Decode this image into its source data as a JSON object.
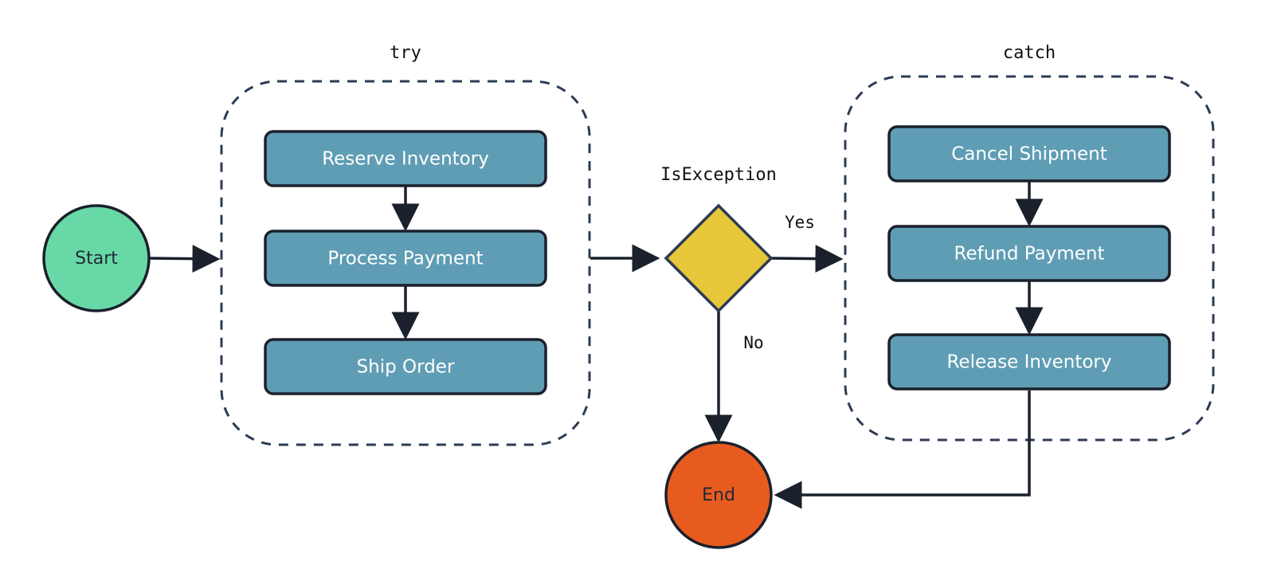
{
  "colors": {
    "process_fill": "#5f9db4",
    "start_fill": "#68d9a6",
    "end_fill": "#e85b1e",
    "decision_fill": "#e6c73a",
    "stroke": "#1a202c",
    "group_stroke": "#2d3b55"
  },
  "groups": {
    "try": {
      "label": "try"
    },
    "catch": {
      "label": "catch"
    }
  },
  "nodes": {
    "start": {
      "label": "Start"
    },
    "reserve_inventory": {
      "label": "Reserve Inventory"
    },
    "process_payment": {
      "label": "Process Payment"
    },
    "ship_order": {
      "label": "Ship Order"
    },
    "is_exception": {
      "label": "IsException"
    },
    "cancel_shipment": {
      "label": "Cancel Shipment"
    },
    "refund_payment": {
      "label": "Refund Payment"
    },
    "release_inventory": {
      "label": "Release Inventory"
    },
    "end": {
      "label": "End"
    }
  },
  "edges": {
    "yes": {
      "label": "Yes"
    },
    "no": {
      "label": "No"
    }
  }
}
